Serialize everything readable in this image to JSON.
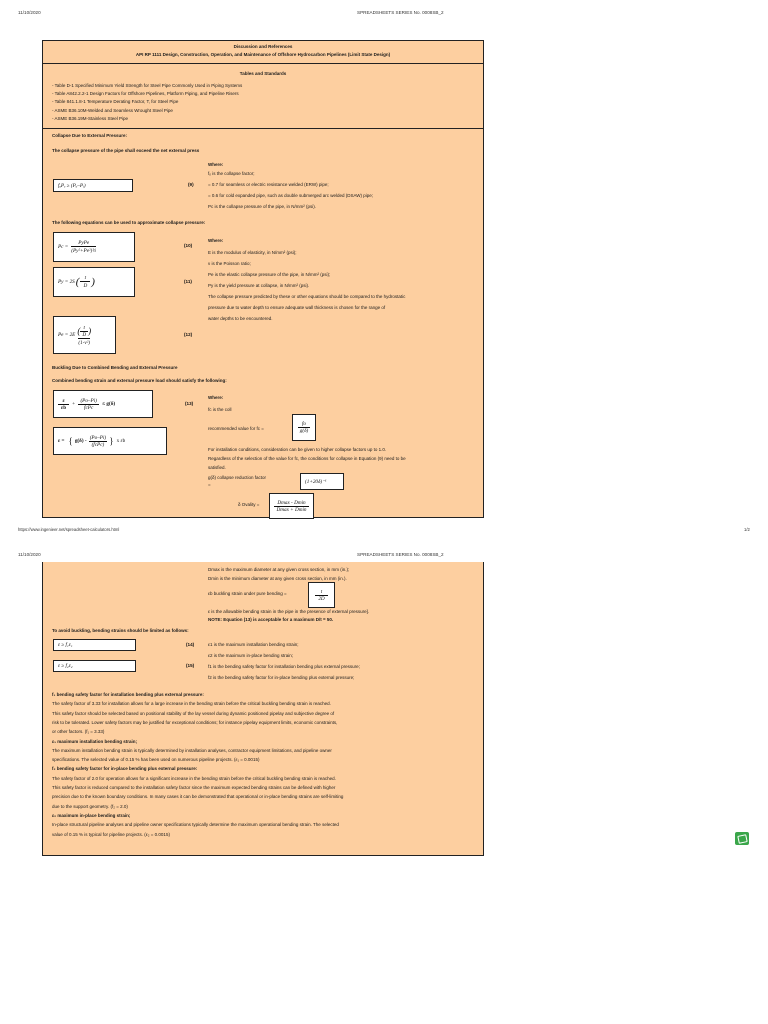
{
  "page1": {
    "date": "11/10/2020",
    "doc_title": "SPREADSHEETS SERIES No. 0008SB_2",
    "footer_url": "https://www.ingenieer.net/spreadsheet-calculators.html",
    "footer_page": "1/2"
  },
  "page2": {
    "date": "11/10/2020",
    "doc_title": "SPREADSHEETS SERIES No. 0008SB_2"
  },
  "section1": {
    "title": "Discussion and References",
    "subtitle": "API RP 1111 Design, Construction, Operation, and Maintenance of Offshore Hydrocarbon Pipelines (Limit State Design)",
    "tables_header": "Tables and Standards",
    "tables": [
      "- Table D-1 Specified Minimum Yield Strength for Steel Pipe Commonly Used in Piping Systems",
      "- Table A842.2.2-1 Design Factors for Offshore Pipelines, Platform Piping, and Pipeline Risers",
      "- Table 841.1.8-1 Temperature Derating Factor, T, for Steel Pipe",
      "- ASME B36.10M-Welded and Seamless Wrought Steel Pipe",
      "- ASME B36.19M-Stainless Steel Pipe"
    ]
  },
  "collapse": {
    "heading": "Collapse Due to External Pressure:",
    "subheading": "The collapse pressure of the pipe shall exceed the net external press",
    "eq9": "fₒPₑ ≥ (Pₒ–Pᵢ)",
    "eq9_num": "(9)",
    "where": "Where:",
    "where_lines": [
      "fₒ  is the collapse factor;",
      "= 0.7 for seamless or electric resistance welded (ERW) pipe;",
      "= 0.6 for cold expanded pipe, such as double submerged arc welded (DSAW) pipe;",
      "Pc  is the collapse pressure of the pipe, in N/mm² (psi)."
    ]
  },
  "approx": {
    "heading": "The following equations can be used to approximate collapse pressure:",
    "eq10_left": "Pc =",
    "eq10_num": "PyPe",
    "eq10_den": "(Py²+Pe²)½",
    "eq10_label": "(10)",
    "eq11_left": "Py = 2S",
    "eq11_num": "t",
    "eq11_den": "D",
    "eq11_label": "(11)",
    "eq12_left": "Pe = 2E",
    "eq12_num": "t",
    "eq12_den1": "D",
    "eq12_den2": "(1-ν²)",
    "eq12_label": "(12)",
    "where": "Where:",
    "lines": [
      "E is the modulus of elasticity, in N/mm² (psi);",
      "ν is the Poisson ratio;",
      "Pe is the elastic collapse pressure of the pipe, in N/mm² (psi);",
      "Py is the yield pressure at collapse, in N/mm² (psi).",
      "The collapse pressure predicted by these or other equations should be compared to the hydrostatic",
      "pressure due to water depth to ensure adequate wall thickness is chosen for the range of",
      "water depths to be encountered."
    ]
  },
  "buckling": {
    "heading": "Buckling Due to Combined Bending and External Pressure",
    "subheading": "Combined bending strain and external pressure load should satisfy the following:",
    "eq13_a": "ε",
    "eq13_b": "εb",
    "eq13_plus": "+",
    "eq13_c": "(Po–Pi)",
    "eq13_d": "fcPc",
    "eq13_rhs": "≤ g(δ)",
    "eq13_label": "(13)",
    "eq13b_lhs": "ε =",
    "eq13b_mid": "g(δ) -",
    "eq13b_num": "(Po–Pi)",
    "eq13b_den": "(fcPc)",
    "eq13b_rhs": "x εb",
    "where": "Where:",
    "fc_line": "fc  is the coll",
    "recommended": "recommended value for  fc =",
    "rec_num": "fo",
    "rec_den": "g(δ)",
    "lines": [
      "For installation conditions, consideration can be given to higher collapse factors up to 1.0.",
      "Regardless of the selection of the value for fc, the conditions for collapse in Equation (9) need to be",
      "satisfied."
    ],
    "gdelta_label": "g(δ)  collapse reduction factor",
    "gdelta_eq": "=",
    "gdelta_formula": "(1+20δ)⁻¹",
    "ovality_label": "δ  Ovality =",
    "ovality_num": "Dmax - Dmin",
    "ovality_den": "Dmax + Dmin"
  },
  "page2_body": {
    "dmax": "Dmax is the maximum diameter at any given cross section, in mm (in.);",
    "dmin": "Dmin is the minimum diameter at any given cross section, in mm (in.).",
    "eb_label": "εb buckling strain under pure bending =",
    "eb_num": "t",
    "eb_den": "2D",
    "eps_line": "ε is the allowable bending strain in the pipe in the presence of external pressure].",
    "note": "NOTE:   Equation (13) is acceptable for a maximum D/t = 50.",
    "avoid_heading": "To avoid buckling, bending strains should be limited as follows:",
    "eq14": "ε ≥ f₁ε₁",
    "eq14_label": "(14)",
    "eq15": "ε ≥ f₂ε₂",
    "eq15_label": "(15)",
    "eq_lines": [
      "ε1 is the maximum installation bending strain;",
      "ε2 is the maximum in-place bending strain;",
      "f1 is the bending safety factor for installation bending plus external pressure;",
      "f2 is the bending safety factor for in-place bending plus external pressure;"
    ],
    "paragraph": [
      {
        "bold": true,
        "text": "f₁ bending safety factor for installation bending plus external pressure:"
      },
      {
        "bold": false,
        "text": "The safety factor of 3.33 for installation allows for a large increase in the bending strain before the critical buckling bending strain is reached."
      },
      {
        "bold": false,
        "text": "This safety factor should be selected based on positional stability of the lay vessel during dynamic positioned pipelay and subjective degree of"
      },
      {
        "bold": false,
        "text": "risk to be tolerated. Lower safety factors may be justified for exceptional conditions; for instance pipelay equipment limits, economic constraints,"
      },
      {
        "bold": false,
        "text": "or other factors. (f₁ = 3.33)"
      },
      {
        "bold": true,
        "text": "ε₁ maximum installation bending strain;"
      },
      {
        "bold": false,
        "text": "The maximum installation bending strain is typically determined by installation analyses, contractor equipment limitations, and pipeline owner"
      },
      {
        "bold": false,
        "text": "specifications. The selected value of 0.15 % has been used on numerous pipeline projects. (ε₁ = 0.0015)"
      },
      {
        "bold": true,
        "text": "f₂ bending safety factor for in-place bending plus external pressure:"
      },
      {
        "bold": false,
        "text": "The safety factor of 2.0 for operation allows for a significant increase in the bending strain before the critical buckling bending strain is reached."
      },
      {
        "bold": false,
        "text": "This safety factor is reduced compared to the installation safety factor since the maximum expected bending strains can be defined with higher"
      },
      {
        "bold": false,
        "text": "precision due to the known boundary conditions. In many cases it can be demonstrated that operational or in-place bending strains are self-limiting"
      },
      {
        "bold": false,
        "text": "due to the support geometry. (f₂ = 2.0)"
      },
      {
        "bold": true,
        "text": "ε₂ maximum in-place bending strain;"
      },
      {
        "bold": false,
        "text": "In-place structural pipeline analyses and pipeline owner specifications typically determine the maximum operational bending strain. The selected"
      },
      {
        "bold": false,
        "text": "value of 0.15 % is typical for pipeline projects. (ε₂ = 0.0015)"
      }
    ]
  },
  "icons": {
    "corner_icon": "green-edit-icon"
  }
}
